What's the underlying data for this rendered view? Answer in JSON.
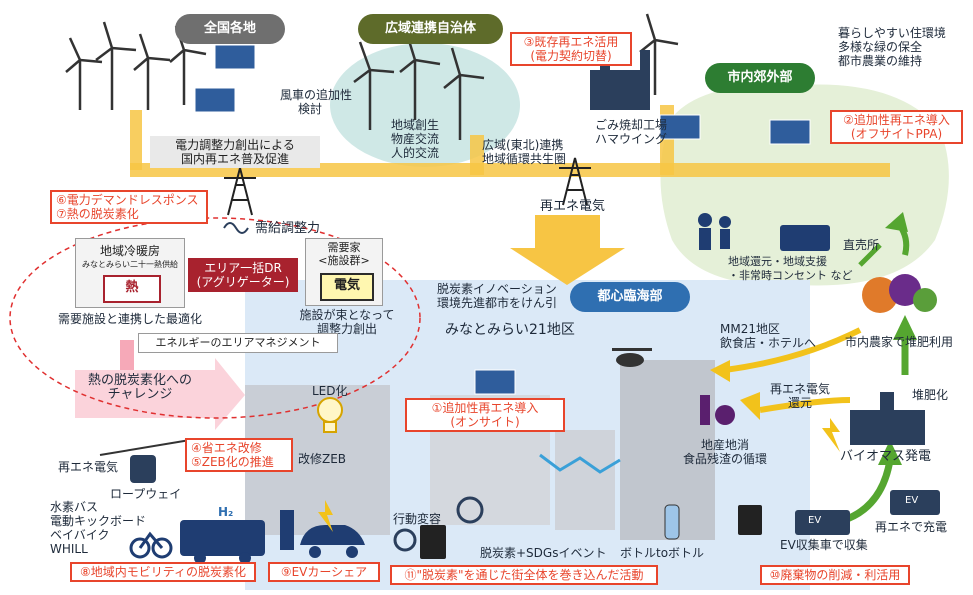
{
  "regions": {
    "nationwide": "全国各地",
    "wide_area": "広域連携自治体",
    "suburbs": "市内郊外部",
    "central_waterfront": "都心臨海部"
  },
  "notes": {
    "windmill_add": "風車の追加性\n検討",
    "regional_exchange": "地域創生\n物産交流\n人的交流",
    "power_adjust": "電力調整力創出による\n国内再エネ普及促進",
    "wide_tohoku": "広域(東北)連携\n地域循環共生圏",
    "incinerator": "ごみ焼却工場\nハマウイング",
    "suburb_living": "暮らしやすい住環境\n多様な緑の保全\n都市農業の維持",
    "supply_demand": "需給調整力",
    "renewable_power": "再エネ電気",
    "local_support": "地域還元・地域支援\n・非常時コンセント など",
    "direct_store": "直売所",
    "decarbon_city": "脱炭素イノベーション\n環境先進都市をけん引",
    "minatomirai": "みなとみらい21地区",
    "mm21_restaurants": "MM21地区\n飲食店・ホテルへ",
    "farm_fertilizer": "市内農家で堆肥利用",
    "composting": "堆肥化",
    "renewable_return": "再エネ電気\n還元",
    "local_food": "地産地消\n食品残渣の循環",
    "biomass": "バイオマス発電",
    "renewable_charge": "再エネで充電",
    "ev_collection": "EV収集車で収集",
    "led": "LED化",
    "renovation_zeb": "改修ZEB",
    "ropeway_power": "再エネ電気",
    "ropeway": "ロープウェイ",
    "mobility_list": "水素バス\n電動キックボード\nベイバイク\nWHILL",
    "h2": "H₂",
    "behavior_change": "行動変容",
    "decarbon_sdgs": "脱炭素+SDGsイベント",
    "bottle": "ボトルtoボトル",
    "heat_challenge": "熱の脱炭素化への\nチャレンジ"
  },
  "dr_panel": {
    "district_heating": "地域冷暖房",
    "district_sub": "みなとみらい二十一熱供給",
    "heat": "熱",
    "aggregator": "エリア一括DR\n(アグリゲーター)",
    "consumers": "需要家\n<施設群>",
    "electricity": "電気",
    "optimize": "需要施設と連携した最適化",
    "bundle": "施設が束となって\n調整力創出",
    "area_mgmt": "エネルギーのエリアマネジメント"
  },
  "measures": {
    "m1": "①追加性再エネ導入\n(オンサイト)",
    "m2": "②追加性再エネ導入\n(オフサイトPPA)",
    "m3": "③既存再エネ活用\n(電力契約切替)",
    "m45": "④省エネ改修\n⑤ZEB化の推進",
    "m67": "⑥電力デマンドレスポンス\n⑦熱の脱炭素化",
    "m8": "⑧地域内モビリティの脱炭素化",
    "m9": "⑨EVカーシェア",
    "m10": "⑩廃棄物の削減・利活用",
    "m11": "⑪\"脱炭素\"を通じた街全体を巻き込んだ活動"
  },
  "badges": {
    "ev1": "EV",
    "ev2": "EV"
  },
  "colors": {
    "measure_red": "#e8452c",
    "region_gray": "#6f6f6f",
    "region_olive": "#5e6b2a",
    "region_green": "#2d7d32",
    "region_blue": "#2f6fb1",
    "power_line_yellow": "#f7c544",
    "dr_red": "#a8222e"
  }
}
